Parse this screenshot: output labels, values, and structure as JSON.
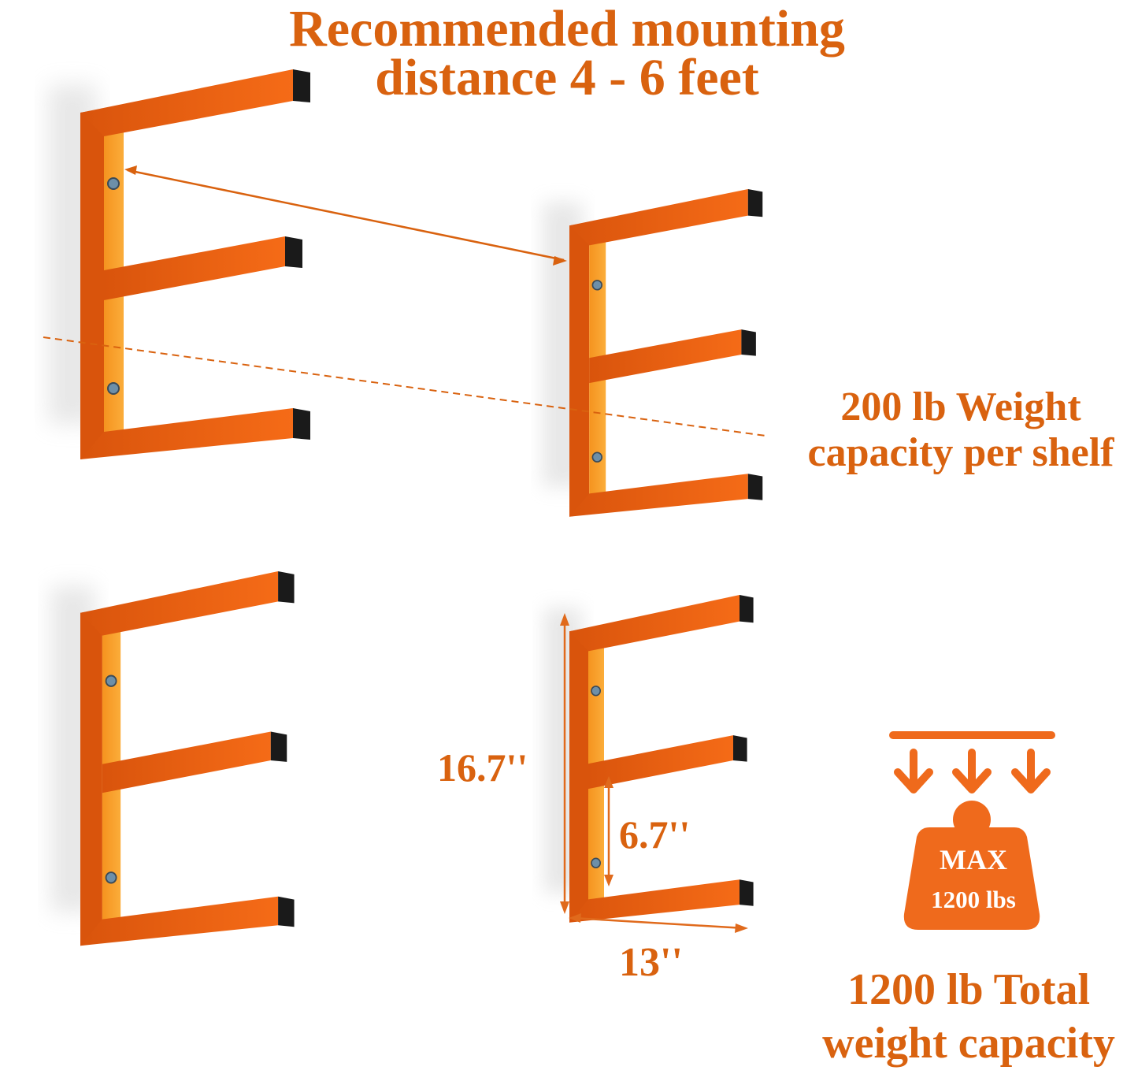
{
  "headline": {
    "line1": "Recommended mounting",
    "line2": "distance 4 - 6 feet"
  },
  "shelf_capacity": {
    "line1": "200 lb Weight",
    "line2": "capacity per shelf"
  },
  "dimensions": {
    "height": "16.7''",
    "shelf_spacing": "6.7''",
    "depth": "13''"
  },
  "max_badge": {
    "line1": "MAX",
    "line2": "1200 lbs"
  },
  "total_capacity": {
    "line1": "1200 lb Total",
    "line2": "weight capacity"
  },
  "colors": {
    "accent": "#d9620f",
    "bracket": "#e8600f",
    "bracket_inner": "#f9a030",
    "cap": "#1a1a1a",
    "badge": "#ef6a1c"
  },
  "icons": {
    "brackets": "e-shaped-wall-bracket-icon",
    "weight": "weight-kettlebell-icon",
    "arrows": "down-arrow-icon"
  }
}
